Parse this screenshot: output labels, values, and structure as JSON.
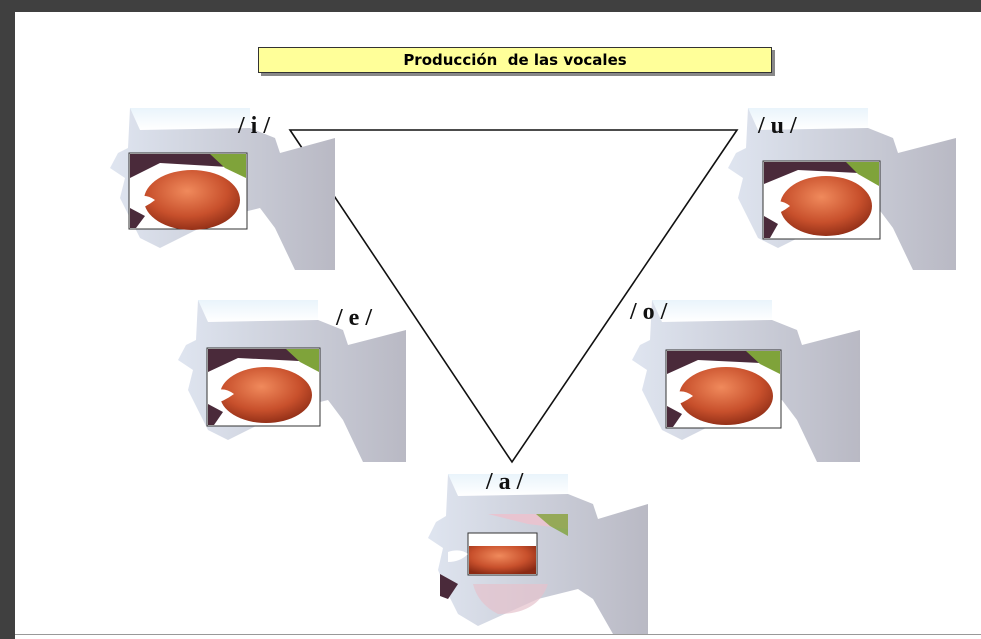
{
  "title": "Producción  de las vocales",
  "vowels": {
    "i": "/ i /",
    "u": "/ u /",
    "e": "/ e /",
    "o": "/ o /",
    "a": "/ a /"
  },
  "colors": {
    "title_bg": "#ffff99",
    "tongue": "#c8502c",
    "palate": "#7fa33a",
    "face": "#c9c9d2"
  }
}
